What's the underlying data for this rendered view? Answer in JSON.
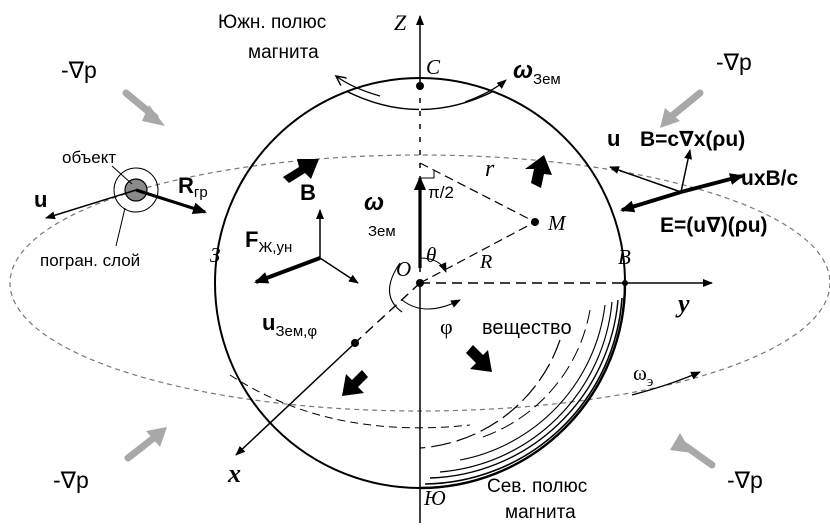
{
  "labels": {
    "south_pole": [
      "Южн. полюс",
      "магнита"
    ],
    "north_pole": [
      "Сев. полюс",
      "магнита"
    ],
    "axis_z": "Z",
    "axis_y": "y",
    "axis_x": "x",
    "point_C": "С",
    "point_O": "O",
    "point_M": "M",
    "point_B": "В",
    "point_Z": "З",
    "point_Yu": "Ю",
    "r": "r",
    "R": "R",
    "theta": "θ",
    "phi": "φ",
    "pi_half": "π/2",
    "omega_zem": {
      "main": "ω",
      "sub": "Зем"
    },
    "omega_zem_axis": {
      "main": "ω",
      "sub": "Зем"
    },
    "omega_e": {
      "main": "ω",
      "sub": "э"
    },
    "grad_p": "-∇p",
    "object": "объект",
    "boundary_layer": "погран. слой",
    "u": "u",
    "R_gr": {
      "main": "R",
      "sub": "гр"
    },
    "B": "B",
    "F_zh": {
      "main": "F",
      "sub": "Ж,ун"
    },
    "u_zem": {
      "main": "u",
      "sub": "Зем,φ"
    },
    "B_formula": "B=c∇x(ρu)",
    "uxB": "uxB/c",
    "E_formula": "E=(u∇)(ρu)",
    "matter": "вещество"
  }
}
